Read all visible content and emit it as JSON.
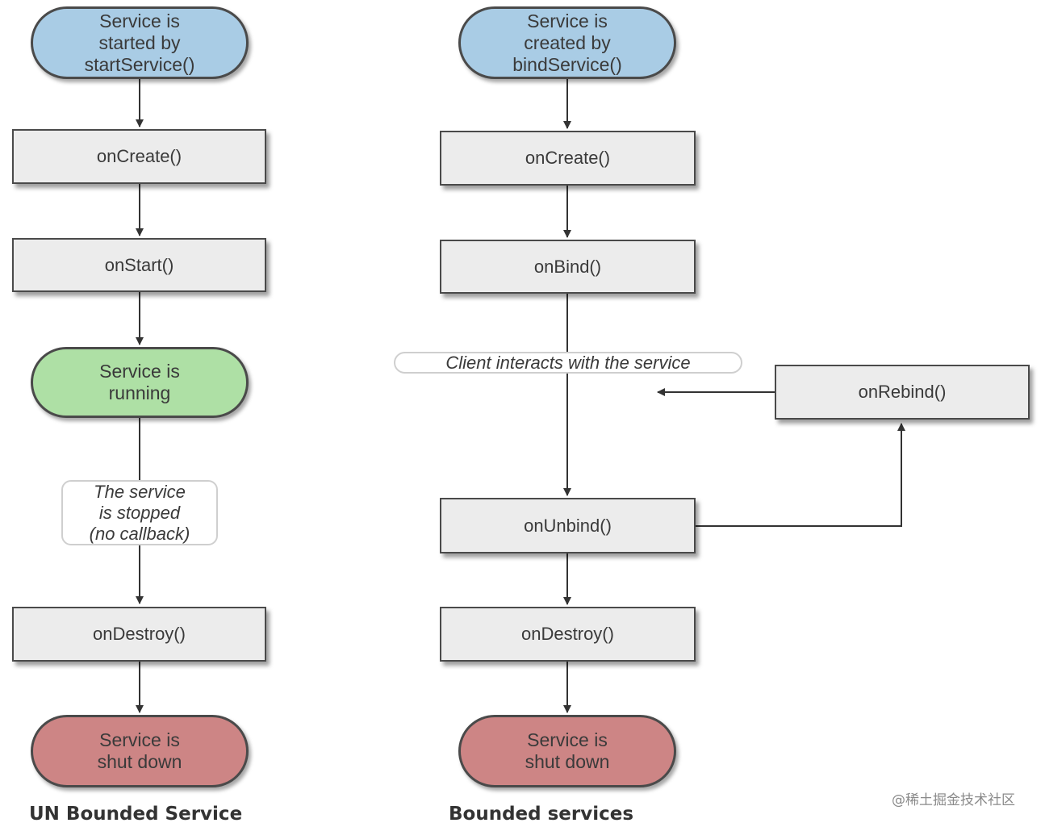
{
  "colors": {
    "start_fill": "#a9cce5",
    "running_fill": "#aee0a5",
    "end_fill": "#cd8585",
    "box_fill": "#ececec",
    "border": "#4a4a4a",
    "arrow": "#333333"
  },
  "unbounded": {
    "start": "Service is\nstarted by\nstartService()",
    "on_create": "onCreate()",
    "on_start": "onStart()",
    "running": "Service is\nrunning",
    "stopped_note": "The service\nis stopped\n(no callback)",
    "on_destroy": "onDestroy()",
    "end": "Service is\nshut down",
    "caption": "UN Bounded Service"
  },
  "bounded": {
    "start": "Service is\ncreated by\nbindService()",
    "on_create": "onCreate()",
    "on_bind": "onBind()",
    "client_note": "Client interacts with the service",
    "on_rebind": "onRebind()",
    "on_unbind": "onUnbind()",
    "on_destroy": "onDestroy()",
    "end": "Service is\nshut down",
    "caption": "Bounded services"
  },
  "watermark": "@稀土掘金技术社区"
}
